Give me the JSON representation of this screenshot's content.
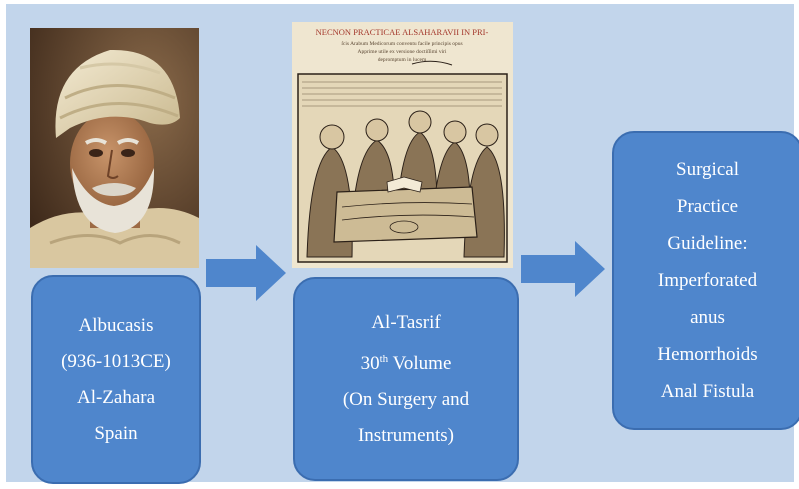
{
  "book_header": {
    "title_line": "NECNON PRACTICAE ALSAHARAVII IN PRI-",
    "subtitle_lines": [
      "ſcis Arabum Medicorum conventu facile principis opus",
      "Apprime utile ex versione doctiſſimi viri",
      "depromptum in lucem"
    ]
  },
  "boxes": [
    {
      "lines": [
        "Albucasis",
        "(936-1013CE)",
        "Al-Zahara",
        "Spain"
      ]
    },
    {
      "lines": [
        "Al-Tasrif",
        "30",
        "th",
        "Volume",
        "(On Surgery and",
        "Instruments)"
      ]
    },
    {
      "lines": [
        "Surgical",
        "Practice",
        "Guideline:",
        "Imperforated",
        "anus",
        "Hemorrhoids",
        "Anal Fistula"
      ]
    }
  ],
  "colors": {
    "background": "#c2d5eb",
    "box_fill": "#4f86cc",
    "box_border": "#3b6db0",
    "arrow": "#4f86cc",
    "text": "#ffffff"
  },
  "icons": [
    "portrait-image",
    "woodcut-book-image",
    "right-arrow-icon"
  ]
}
